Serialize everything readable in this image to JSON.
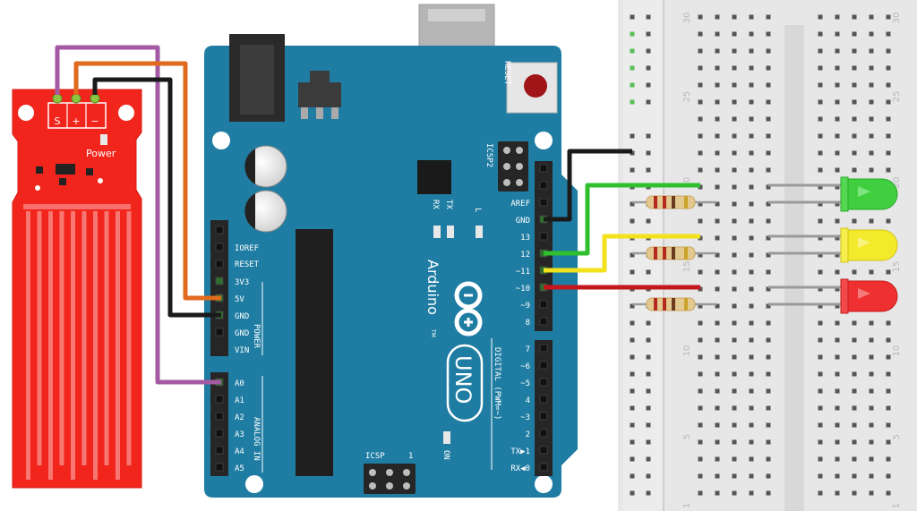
{
  "sensor": {
    "pins": [
      "S",
      "+",
      "−"
    ],
    "power_label": "Power"
  },
  "arduino": {
    "brand": "Arduino",
    "model": "UNO",
    "tm": "TM",
    "reset": "RESET",
    "icsp2": "ICSP2",
    "icsp": "ICSP",
    "icsp_pin1": "1",
    "tx": "TX",
    "rx": "RX",
    "l_led": "L",
    "on_led": "ON",
    "digital_label": "DIGITAL (PWM=~)",
    "power_group": "POWER",
    "analog_group": "ANALOG IN",
    "power_pins": [
      "IOREF",
      "RESET",
      "3V3",
      "5V",
      "GND",
      "GND",
      "VIN"
    ],
    "analog_pins": [
      "A0",
      "A1",
      "A2",
      "A3",
      "A4",
      "A5"
    ],
    "digital_top": [
      "AREF",
      "GND",
      "13",
      "12",
      "~11",
      "~10",
      "~9",
      "8"
    ],
    "digital_bottom": [
      "7",
      "~6",
      "~5",
      "4",
      "~3",
      "2",
      "TX▶1",
      "RX◀0"
    ]
  },
  "breadboard": {
    "row_numbers": [
      "30",
      "25",
      "20",
      "15",
      "10",
      "5",
      "1"
    ]
  },
  "wires": {
    "purple": "#a35aa3",
    "orange": "#e06a1d",
    "black": "#1a1a1a",
    "green": "#2fbf2f",
    "yellow": "#f2e21c",
    "red": "#c4161c"
  },
  "colors": {
    "board": "#1f7da3",
    "sensor": "#f2251d",
    "led_green": "#3fcf3f",
    "led_yellow": "#f2ea2a",
    "led_red": "#ef3030"
  }
}
